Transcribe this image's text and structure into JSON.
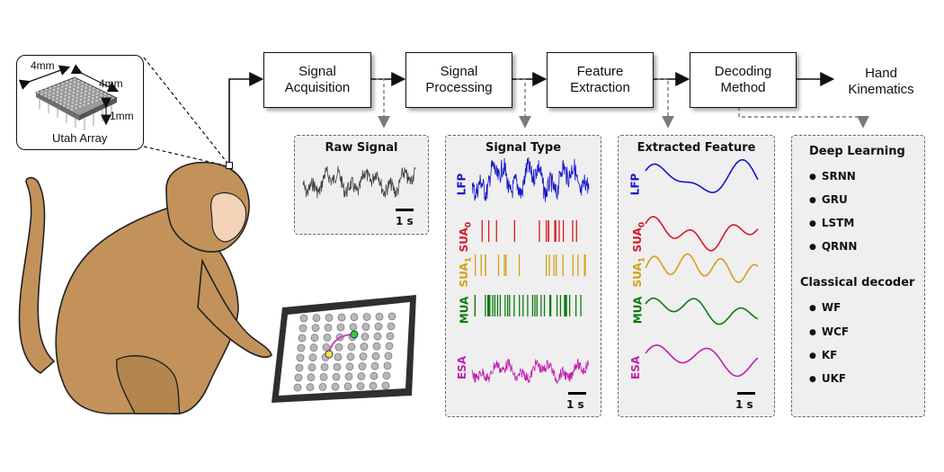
{
  "utah_array": {
    "label": "Utah Array",
    "dim_width": "4mm",
    "dim_depth": "4mm",
    "dim_height": "1mm"
  },
  "pipeline": {
    "stages": [
      {
        "label": "Signal\nAcquisition"
      },
      {
        "label": "Signal\nProcessing"
      },
      {
        "label": "Feature\nExtraction"
      },
      {
        "label": "Decoding\nMethod"
      }
    ],
    "output_label": "Hand\nKinematics"
  },
  "raw_panel": {
    "title": "Raw Signal",
    "scale": "1 s"
  },
  "signal_panel": {
    "title": "Signal Type",
    "scale": "1 s",
    "traces": [
      {
        "name": "LFP",
        "sub": "",
        "color": "#1515c8"
      },
      {
        "name": "SUA",
        "sub": "0",
        "color": "#d61a2a"
      },
      {
        "name": "SUA",
        "sub": "1",
        "color": "#d4a018"
      },
      {
        "name": "MUA",
        "sub": "",
        "color": "#0f7a12"
      },
      {
        "name": "ESA",
        "sub": "",
        "color": "#c21fb0"
      }
    ]
  },
  "feature_panel": {
    "title": "Extracted Feature",
    "scale": "1 s",
    "traces": [
      {
        "name": "LFP",
        "sub": "",
        "color": "#1515c8"
      },
      {
        "name": "SUA",
        "sub": "0",
        "color": "#d61a2a"
      },
      {
        "name": "SUA",
        "sub": "1",
        "color": "#d4a018"
      },
      {
        "name": "MUA",
        "sub": "",
        "color": "#0f7a12"
      },
      {
        "name": "ESA",
        "sub": "",
        "color": "#c21fb0"
      }
    ]
  },
  "decoder_panel": {
    "deep_title": "Deep Learning",
    "deep_items": [
      "SRNN",
      "GRU",
      "LSTM",
      "QRNN"
    ],
    "classical_title": "Classical decoder",
    "classical_items": [
      "WF",
      "WCF",
      "KF",
      "UKF"
    ]
  },
  "colors": {
    "monkey_fur": "#c2925a",
    "monkey_face": "#f3d3b8",
    "panel_bg": "#efefef"
  }
}
